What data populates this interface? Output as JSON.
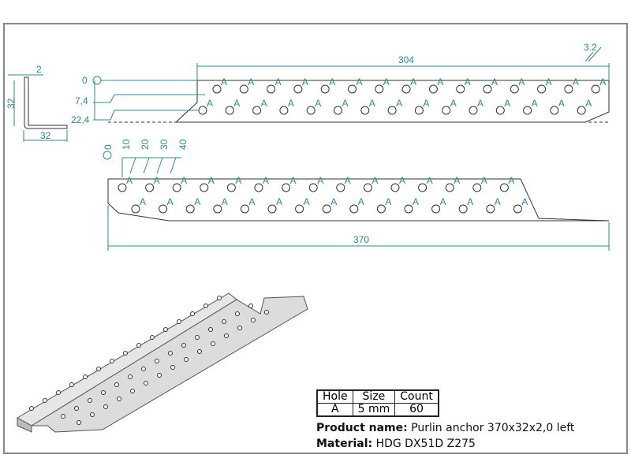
{
  "colors": {
    "dimension": "#2f8a8a",
    "outline": "#333333",
    "frame": "#888888"
  },
  "dims": {
    "thickness": "2",
    "flange_h": "32",
    "flange_w": "32",
    "length_top": "304",
    "length_total": "370",
    "y0": "0",
    "y1": "7,4",
    "y2": "22,4",
    "x0": "0",
    "x1": "10",
    "x2": "20",
    "x3": "30",
    "x4": "40",
    "roughness": "3.2",
    "hole_label": "A"
  },
  "table": {
    "headers": [
      "Hole",
      "Size",
      "Count"
    ],
    "row": [
      "A",
      "5 mm",
      "60"
    ]
  },
  "product": {
    "name_label": "Product name:",
    "name": "Purlin anchor 370x32x2,0 left",
    "material_label": "Material:",
    "material": "HDG DX51D Z275"
  }
}
